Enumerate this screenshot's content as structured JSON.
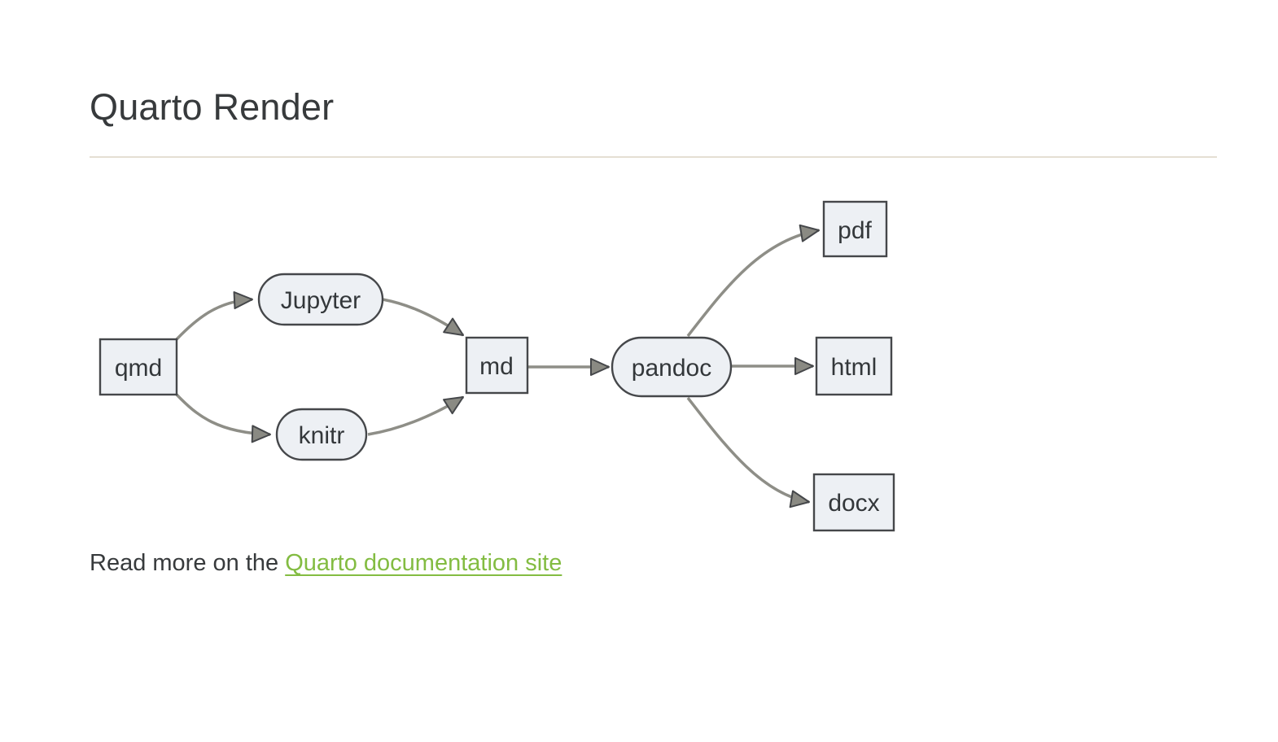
{
  "page": {
    "title": "Quarto Render"
  },
  "read_more": {
    "prefix": "Read more on the ",
    "link_label": "Quarto documentation site"
  },
  "diagram": {
    "type": "flowchart",
    "direction": "left-to-right",
    "nodes": [
      {
        "id": "qmd",
        "label": "qmd",
        "shape": "rect"
      },
      {
        "id": "jupyter",
        "label": "Jupyter",
        "shape": "stadium"
      },
      {
        "id": "knitr",
        "label": "knitr",
        "shape": "stadium"
      },
      {
        "id": "md",
        "label": "md",
        "shape": "rect"
      },
      {
        "id": "pandoc",
        "label": "pandoc",
        "shape": "stadium"
      },
      {
        "id": "pdf",
        "label": "pdf",
        "shape": "rect"
      },
      {
        "id": "html",
        "label": "html",
        "shape": "rect"
      },
      {
        "id": "docx",
        "label": "docx",
        "shape": "rect"
      }
    ],
    "edges": [
      {
        "from": "qmd",
        "to": "jupyter"
      },
      {
        "from": "qmd",
        "to": "knitr"
      },
      {
        "from": "jupyter",
        "to": "md"
      },
      {
        "from": "knitr",
        "to": "md"
      },
      {
        "from": "md",
        "to": "pandoc"
      },
      {
        "from": "pandoc",
        "to": "pdf"
      },
      {
        "from": "pandoc",
        "to": "html"
      },
      {
        "from": "pandoc",
        "to": "docx"
      }
    ]
  },
  "colors": {
    "heading_text": "#373a3c",
    "body_text": "#373a3c",
    "link_green": "#83bc42",
    "rule": "#e5dfd3",
    "node_fill": "#edf0f4",
    "node_border": "#45474a",
    "edge": "#8e8e87",
    "arrow_fill": "#8a8a83",
    "page_bg": "#ffffff"
  }
}
